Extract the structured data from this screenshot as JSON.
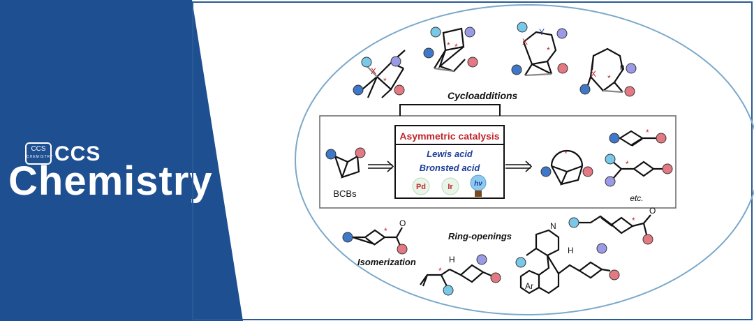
{
  "brand": {
    "name_small": "CCS",
    "name_big": "Chemistry",
    "badge_text": "CCS",
    "badge_sub": "CHEMISTRY"
  },
  "labels": {
    "cycloadditions": "Cycloadditions",
    "asymmetric_catalysis": "Asymmetric catalysis",
    "lewis_acid": "Lewis acid",
    "bronsted_acid": "Bronsted acid",
    "pd": "Pd",
    "ir": "Ir",
    "hv": "hν",
    "bcbs": "BCBs",
    "etc": "etc.",
    "ring_openings": "Ring-openings",
    "isomerization": "Isomerization",
    "ar": "Ar",
    "h1": "H",
    "h2": "H",
    "n_atom": "N",
    "x1": "X",
    "x2": "X",
    "x3": "X",
    "y1": "Y",
    "n_sub": "n",
    "o1": "O",
    "o2": "O",
    "star": "*"
  },
  "colors": {
    "navy": "#1e4f91",
    "frame_border": "#2a5a95",
    "ellipse": "#7aa8c9",
    "red_text": "#c0262c",
    "blue_text": "#1f3f99",
    "blue_ball": "#3f78c9",
    "pink_ball": "#e37982",
    "violet_ball": "#9a9ae6",
    "cyan_ball": "#7ac8e8"
  }
}
